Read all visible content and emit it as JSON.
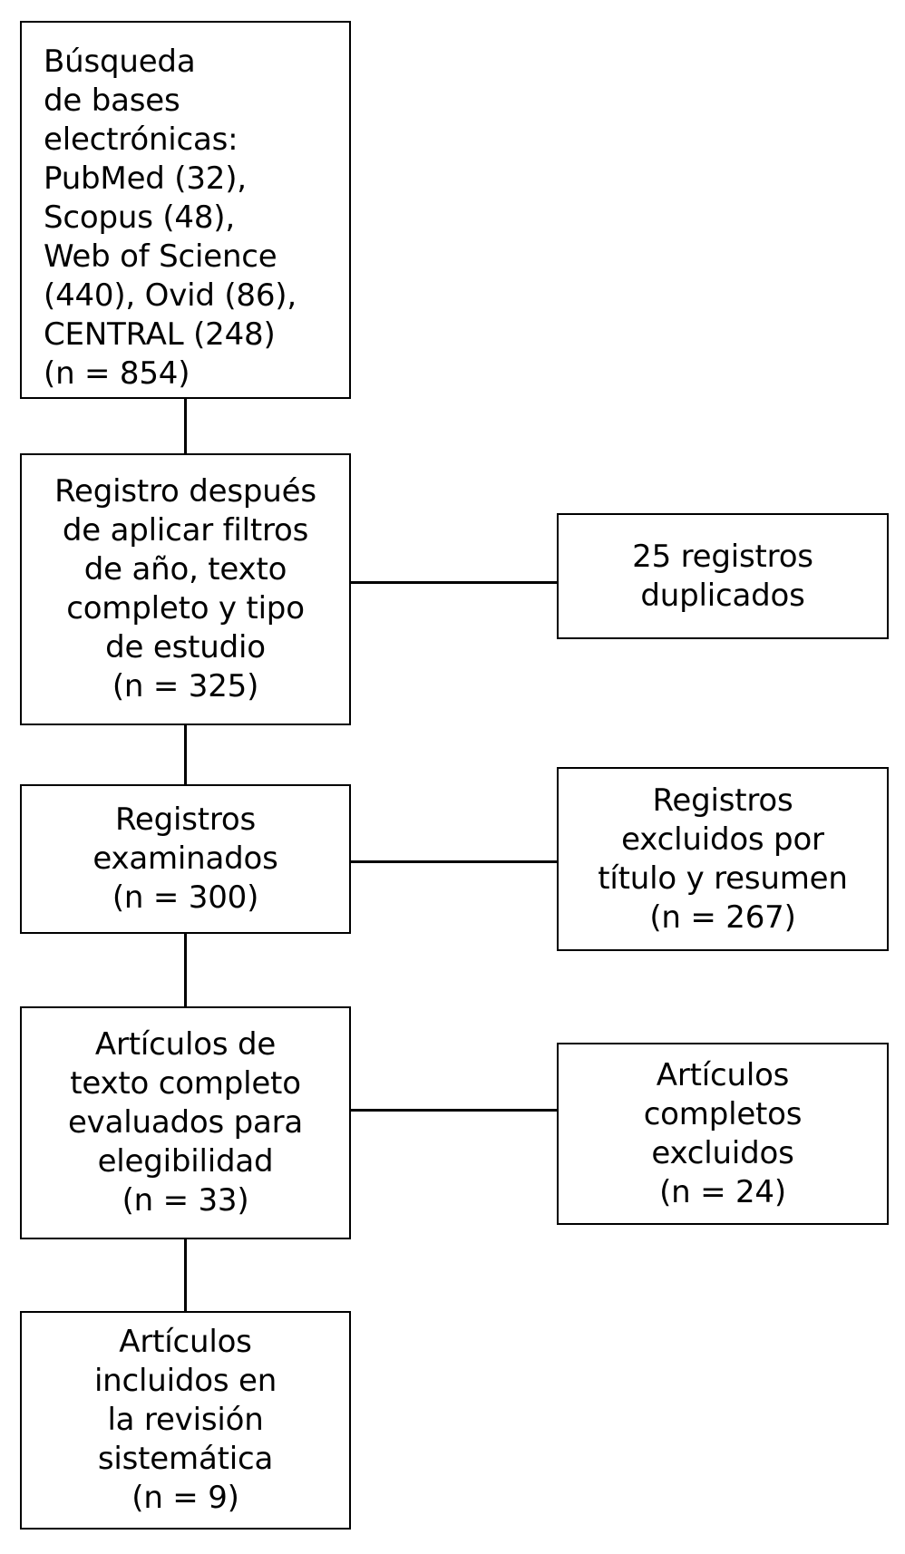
{
  "diagram": {
    "type": "prisma-flow-diagram",
    "language": "es",
    "colors": {
      "background": "#ffffff",
      "border": "#000000",
      "text": "#000000"
    },
    "left_column": [
      {
        "id": "search",
        "align": "left",
        "lines": [
          "Búsqueda",
          "de bases",
          "electrónicas:",
          "PubMed (32),",
          "Scopus (48),",
          "Web of Science",
          "(440), Ovid (86),",
          "CENTRAL (248)",
          "(n = 854)"
        ]
      },
      {
        "id": "filtered",
        "align": "center",
        "lines": [
          "Registro después",
          "de aplicar filtros",
          "de año, texto",
          "completo y tipo",
          "de estudio",
          "(n = 325)"
        ]
      },
      {
        "id": "screened",
        "align": "center",
        "lines": [
          "Registros",
          "examinados",
          "(n = 300)"
        ]
      },
      {
        "id": "eligibility",
        "align": "center",
        "lines": [
          "Artículos de",
          "texto completo",
          "evaluados para",
          "elegibilidad",
          "(n = 33)"
        ]
      },
      {
        "id": "included",
        "align": "center",
        "lines": [
          "Artículos",
          "incluidos en",
          "la revisión",
          "sistemática",
          "(n = 9)"
        ]
      }
    ],
    "right_column": [
      {
        "id": "duplicates",
        "align": "center",
        "lines": [
          "25 registros",
          "duplicados"
        ]
      },
      {
        "id": "excluded-title",
        "align": "center",
        "lines": [
          "Registros",
          "excluidos por",
          "título y resumen",
          "(n = 267)"
        ]
      },
      {
        "id": "excluded-full",
        "align": "center",
        "lines": [
          "Artículos",
          "completos",
          "excluidos",
          "(n = 24)"
        ]
      }
    ],
    "counts": {
      "pubmed": 32,
      "scopus": 48,
      "web_of_science": 440,
      "ovid": 86,
      "central": 248,
      "total_identified": 854,
      "after_filters": 325,
      "duplicates_removed": 25,
      "screened": 300,
      "excluded_title_abstract": 267,
      "full_text_assessed": 33,
      "full_text_excluded": 24,
      "included": 9
    }
  }
}
